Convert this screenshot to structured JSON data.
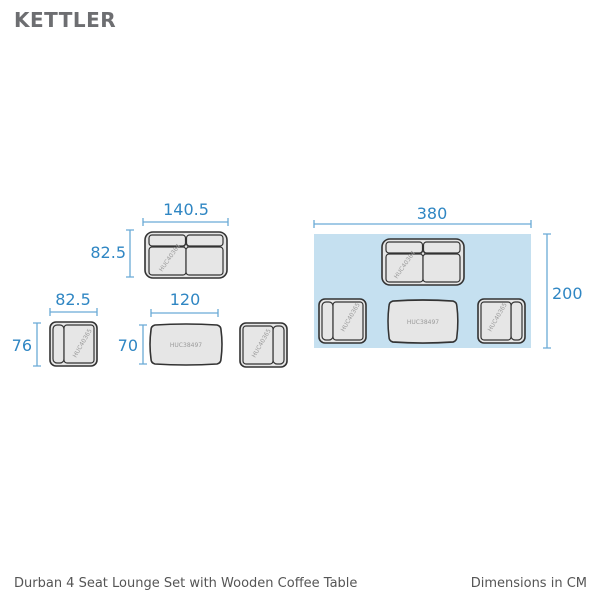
{
  "brand": "KETTLER",
  "caption": {
    "product": "Durban 4 Seat Lounge Set with Wooden Coffee Table",
    "units": "Dimensions in CM"
  },
  "sofa": {
    "code": "HUC40364",
    "width": "140.5",
    "depth": "82.5"
  },
  "chair": {
    "code": "HUC40365",
    "width": "82.5",
    "depth": "76"
  },
  "table": {
    "code": "HUC38497",
    "width": "120",
    "depth": "70"
  },
  "layout": {
    "width": "380",
    "depth": "200"
  },
  "colors": {
    "dimension": "#2f86c3",
    "area": "#c5e0f0",
    "outline": "#333333",
    "cushion": "#e6e6e6"
  }
}
